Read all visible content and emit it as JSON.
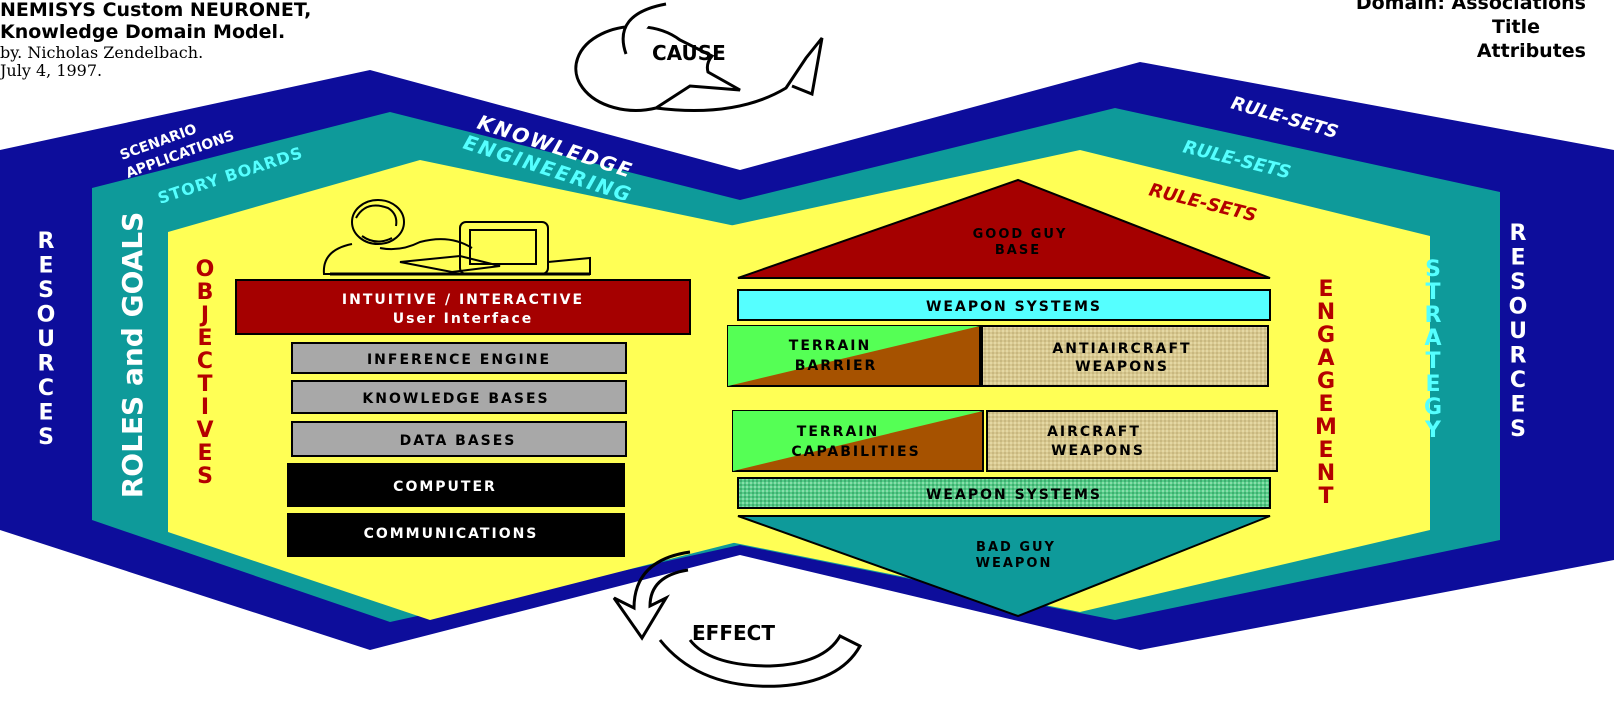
{
  "header": {
    "title_line1": "NEMISYS Custom NEURONET,",
    "title_line2": "Knowledge Domain Model.",
    "author": "by. Nicholas Zendelbach.",
    "date": "July 4, 1997."
  },
  "corner": {
    "line1": "Domain: Associations",
    "line2": "Title",
    "line3": "Attributes"
  },
  "cycle": {
    "cause": "CAUSE",
    "effect": "EFFECT"
  },
  "left_panel": {
    "outer_top_label_1": "SCENARIO",
    "outer_top_label_2": "APPLICATIONS",
    "middle_top_label": "STORY BOARDS",
    "outer_side_label": "RESOURCES",
    "middle_side_label": "ROLES and GOALS",
    "inner_side_label": "OBJECTIVES",
    "stack": [
      {
        "line1": "INTUITIVE / INTERACTIVE",
        "line2": "User Interface"
      },
      {
        "line1": "INFERENCE  ENGINE"
      },
      {
        "line1": "KNOWLEDGE  BASES"
      },
      {
        "line1": "DATA  BASES"
      },
      {
        "line1": "COMPUTER"
      },
      {
        "line1": "COMMUNICATIONS"
      }
    ]
  },
  "bridge": {
    "line1": "KNOWLEDGE",
    "line2": "ENGINEERING"
  },
  "right_panel": {
    "outer_top_label": "RULE-SETS",
    "middle_top_label": "RULE-SETS",
    "inner_top_label": "RULE-SETS",
    "outer_side_label": "RESOURCES",
    "middle_side_label": "STRATEGY",
    "inner_side_label": "ENGAGEMENT",
    "good_guy": {
      "line1": "GOOD GUY",
      "line2": "BASE"
    },
    "weapon_systems_top": "WEAPON  SYSTEMS",
    "terrain_barrier": {
      "line1": "TERRAIN",
      "line2": "BARRIER"
    },
    "antiaircraft": {
      "line1": "ANTIAIRCRAFT",
      "line2": "WEAPONS"
    },
    "terrain_capabilities": {
      "line1": "TERRAIN",
      "line2": "CAPABILITIES"
    },
    "aircraft": {
      "line1": "AIRCRAFT",
      "line2": "WEAPONS"
    },
    "weapon_systems_bottom": "WEAPON  SYSTEMS",
    "bad_guy": {
      "line1": "BAD GUY",
      "line2": "WEAPON"
    }
  },
  "colors": {
    "outer_band": "#0d0d9b",
    "middle_band": "#0e9a9a",
    "inner_panel": "#ffff55",
    "dark_red": "#a50000",
    "cyan_bar": "#55ffff",
    "green": "#55ff55",
    "brown": "#a65200",
    "tan": "#d8c890",
    "gray_box": "#a8a8a8",
    "black_box": "#000000",
    "label_red": "#b40000",
    "label_cyan": "#55ffff",
    "label_white": "#ffffff"
  },
  "icons": {
    "operator_illustration": "operator-at-computer-icon",
    "cause_arrow": "curved-arrow-icon",
    "effect_arrow": "curved-arrow-icon"
  }
}
